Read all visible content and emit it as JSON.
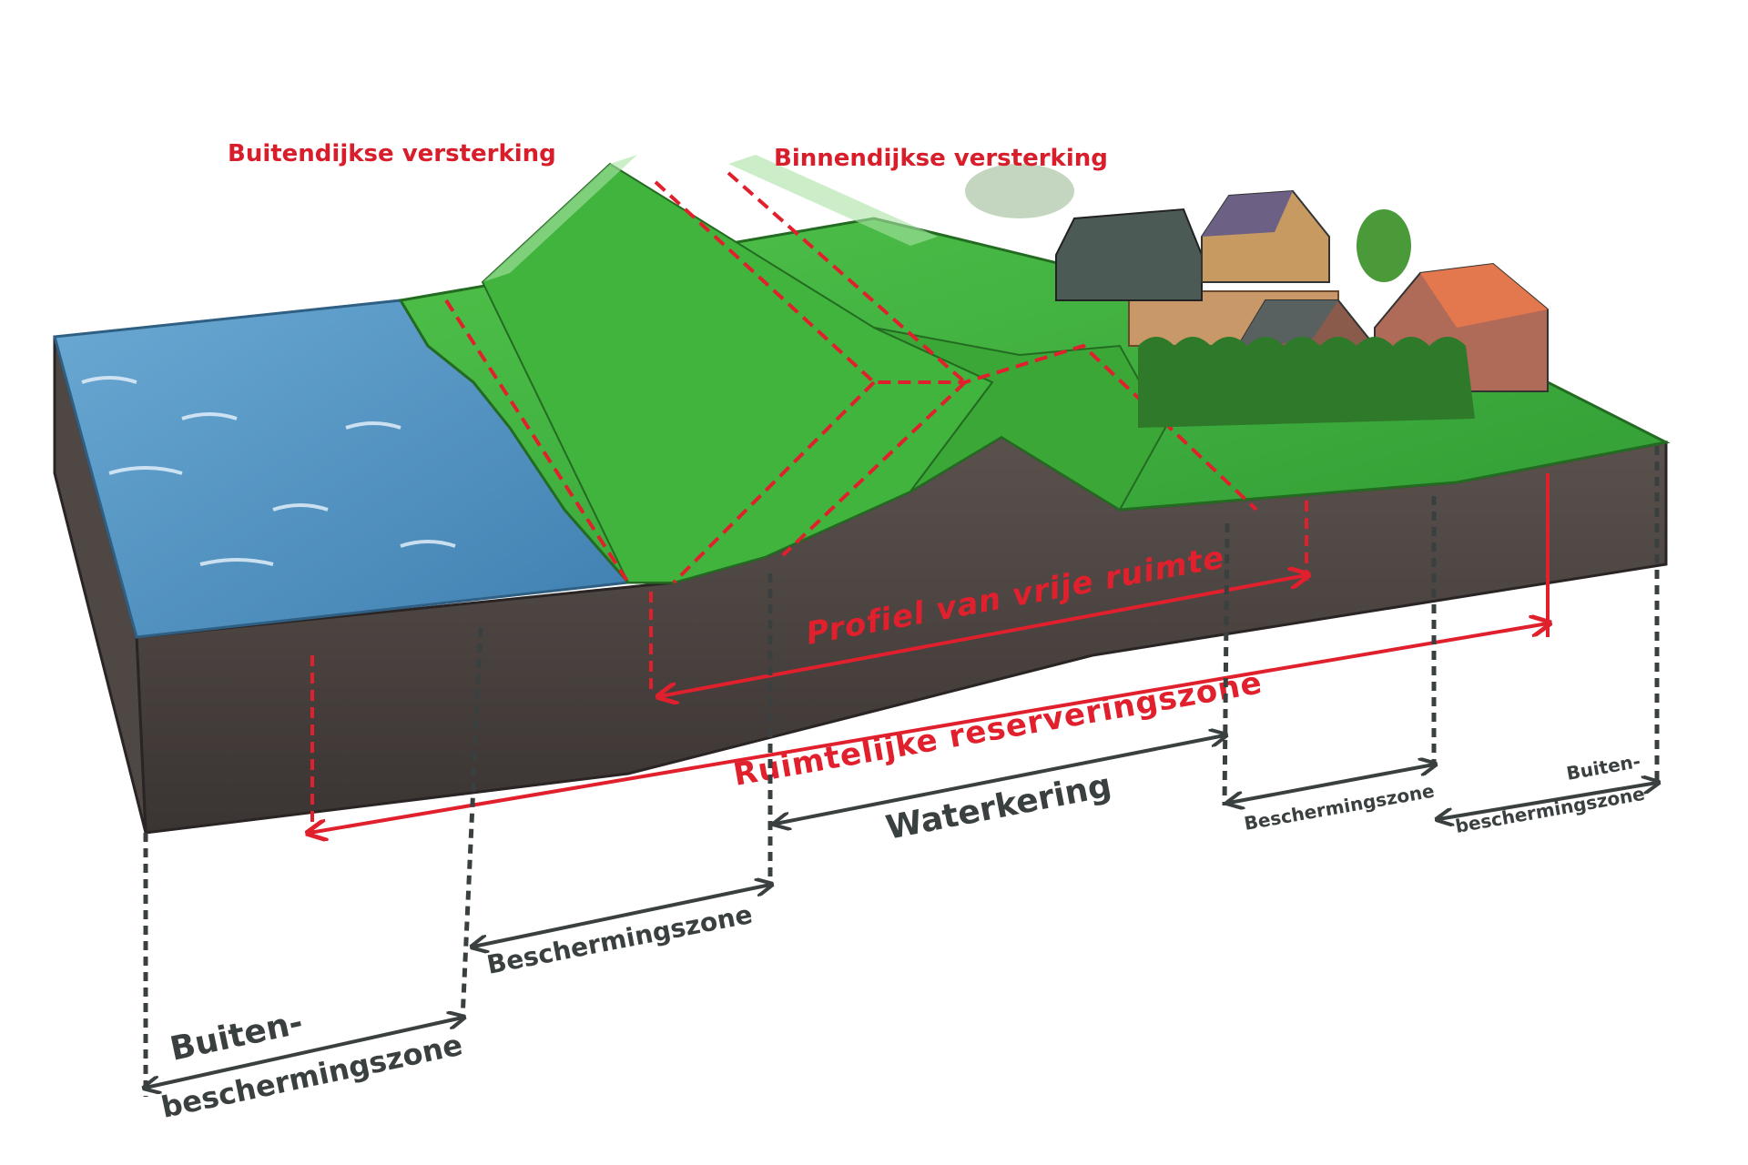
{
  "labels": {
    "buitendijkse_versterking": "Buitendijkse versterking",
    "binnendijkse_versterking": "Binnendijkse versterking",
    "profiel_vrije_ruimte": "Profiel van vrije ruimte",
    "ruimtelijke_reserveringszone": "Ruimtelijke reserveringszone",
    "waterkering": "Waterkering",
    "beschermingszone_left": "Beschermingszone",
    "beschermingszone_right": "Beschermingszone",
    "buiten_left_line1": "Buiten-",
    "buiten_left_line2": "beschermingszone",
    "buiten_right_line1": "Buiten-",
    "buiten_right_line2": "beschermingszone"
  },
  "colors": {
    "water": "#5b9bc7",
    "grass": "#3fae3a",
    "soil": "#4a4340",
    "accent_red": "#e0202c",
    "zone_dark": "#3a4040"
  }
}
